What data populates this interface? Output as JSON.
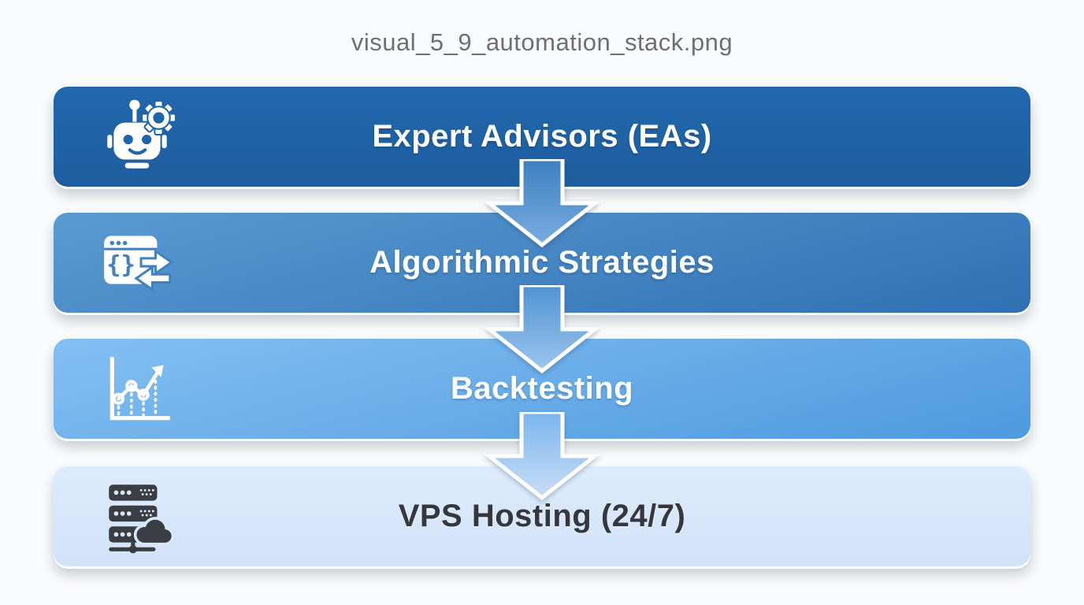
{
  "page": {
    "title": "visual_5_9_automation_stack.png"
  },
  "icons": {
    "code_braces": "{}"
  },
  "stack": {
    "items": [
      {
        "label": "Expert Advisors (EAs)",
        "icon": "robot-gear-icon",
        "bg_start": "#2268ae",
        "bg_end": "#1c5d9e",
        "text_color": "#ffffff"
      },
      {
        "label": "Algorithmic Strategies",
        "icon": "code-sync-window-icon",
        "bg_start": "#5a9bd3",
        "bg_end": "#2f70b3",
        "text_color": "#ffffff"
      },
      {
        "label": "Backtesting",
        "icon": "growth-chart-icon",
        "bg_start": "#84bff3",
        "bg_end": "#4d9ade",
        "text_color": "#ffffff"
      },
      {
        "label": "VPS Hosting (24/7)",
        "icon": "server-cloud-icon",
        "bg_start": "#ddecfc",
        "bg_end": "#d2e2f8",
        "text_color": "#34383e"
      }
    ],
    "arrows": [
      {
        "from": "Expert Advisors (EAs)",
        "to": "Algorithmic Strategies",
        "color_start": "#3d7fc0",
        "color_end": "#7aade0"
      },
      {
        "from": "Algorithmic Strategies",
        "to": "Backtesting",
        "color_start": "#4f93d2",
        "color_end": "#9cc6ee"
      },
      {
        "from": "Backtesting",
        "to": "VPS Hosting (24/7)",
        "color_start": "#7ab5ec",
        "color_end": "#cadef6"
      }
    ]
  }
}
